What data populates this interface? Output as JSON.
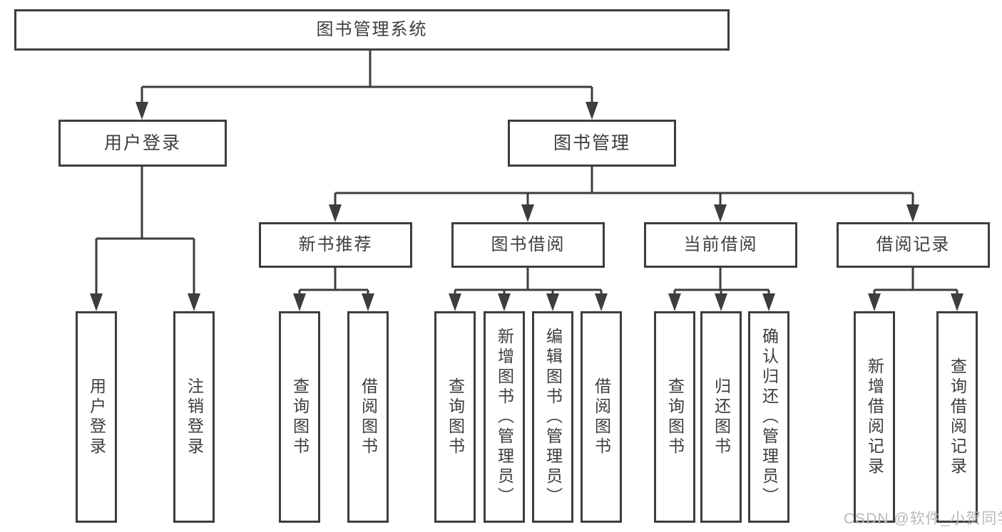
{
  "diagram": {
    "root": {
      "label": "图书管理系统"
    },
    "branches": [
      {
        "label": "用户登录",
        "children": [
          {
            "label": "用户登录"
          },
          {
            "label": "注销登录"
          }
        ]
      },
      {
        "label": "图书管理",
        "groups": [
          {
            "label": "新书推荐",
            "children": [
              {
                "label": "查询图书"
              },
              {
                "label": "借阅图书"
              }
            ]
          },
          {
            "label": "图书借阅",
            "children": [
              {
                "label": "查询图书"
              },
              {
                "label": "新增图书（管理员）"
              },
              {
                "label": "编辑图书（管理员）"
              },
              {
                "label": "借阅图书"
              }
            ]
          },
          {
            "label": "当前借阅",
            "children": [
              {
                "label": "查询图书"
              },
              {
                "label": "归还图书"
              },
              {
                "label": "确认归还（管理员）"
              }
            ]
          },
          {
            "label": "借阅记录",
            "children": [
              {
                "label": "新增借阅记录"
              },
              {
                "label": "查询借阅记录"
              }
            ]
          }
        ]
      }
    ],
    "watermark": "CSDN @软件_小贺同学",
    "colors": {
      "line": "#3d3d3d",
      "text": "#3d3d3d",
      "watermark": "#b9b9b9",
      "background": "#ffffff"
    }
  }
}
